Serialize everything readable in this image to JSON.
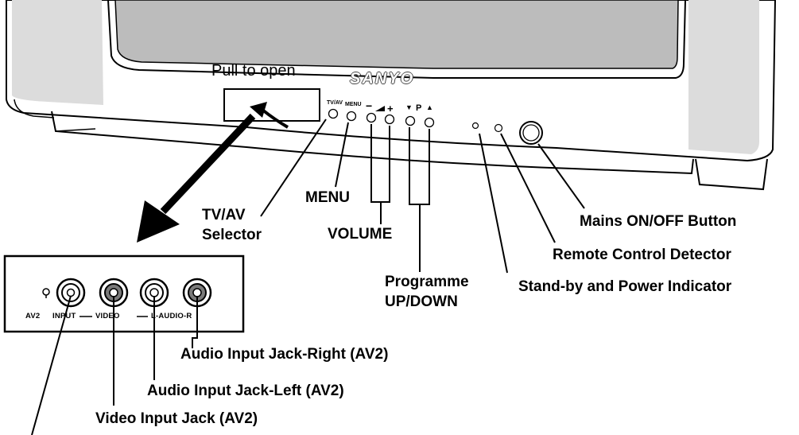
{
  "tv": {
    "brand": "SANYO",
    "pull_to_open": "Pull to open",
    "button_marks": {
      "tvav": "TV/AV",
      "menu": "MENU",
      "vol_minus": "−",
      "vol_plus": "+",
      "prog_down": "▼",
      "prog_p": "P",
      "prog_up": "▲"
    }
  },
  "callouts": {
    "tvav_selector": [
      "TV/AV",
      "Selector"
    ],
    "menu": "MENU",
    "volume": "VOLUME",
    "programme": [
      "Programme",
      "UP/DOWN"
    ],
    "mains": "Mains ON/OFF Button",
    "remote": "Remote Control Detector",
    "standby": "Stand-by and Power Indicator",
    "audio_right": "Audio Input Jack-Right (AV2)",
    "audio_left": "Audio Input Jack-Left (AV2)",
    "video_jack": "Video Input Jack (AV2)"
  },
  "av_panel": {
    "av2": "AV2",
    "input": "INPUT",
    "video": "VIDEO",
    "audio": "L-AUDIO-R"
  }
}
